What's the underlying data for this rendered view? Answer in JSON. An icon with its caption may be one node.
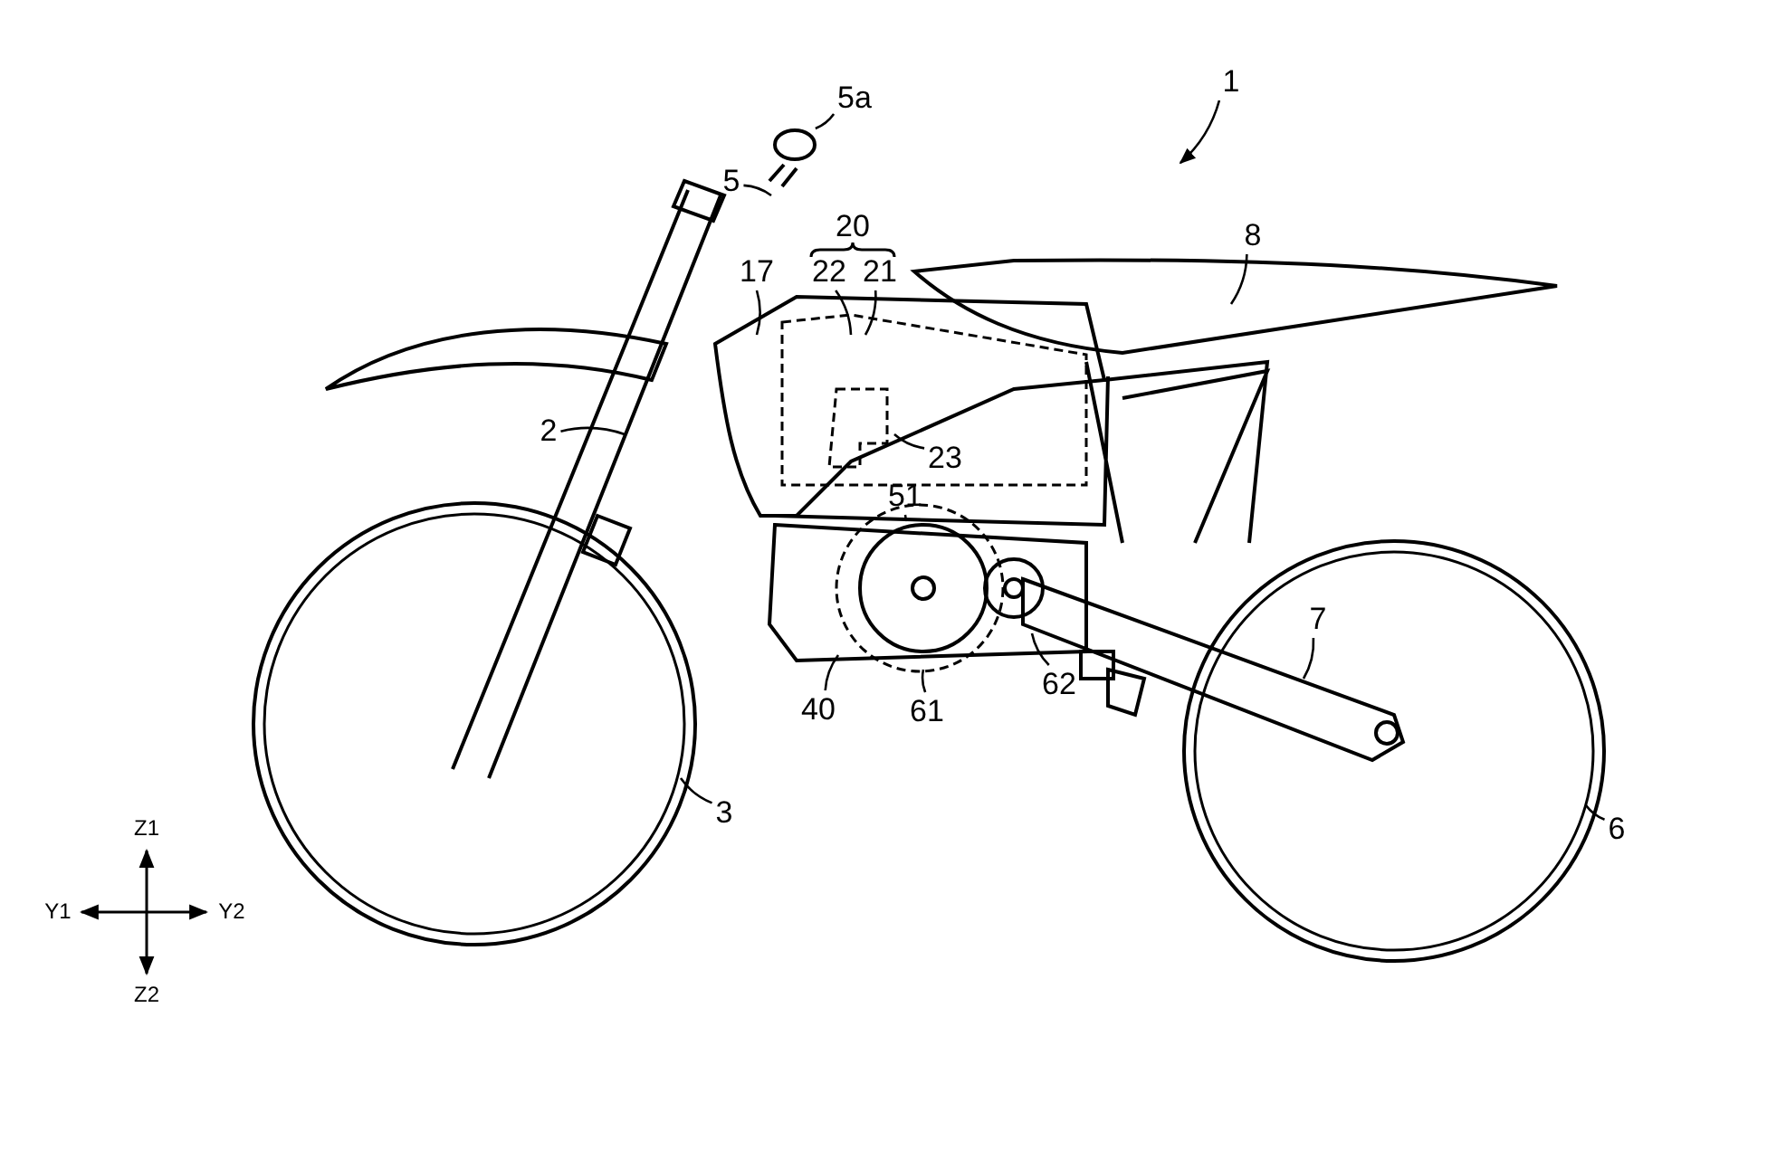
{
  "diagram": {
    "nodes": [
      {
        "text": [
          "1"
        ]
      },
      {
        "text": [
          "5a"
        ]
      },
      {
        "text": [
          "5"
        ]
      },
      {
        "text": [
          "22"
        ]
      },
      {
        "text": [
          "21"
        ]
      },
      {
        "text": [
          "17"
        ]
      },
      {
        "text": [
          "8"
        ]
      },
      {
        "text": [
          "2"
        ]
      },
      {
        "text": [
          "23"
        ]
      },
      {
        "text": [
          "51"
        ]
      },
      {
        "text": [
          "40"
        ]
      },
      {
        "text": [
          "61"
        ]
      },
      {
        "text": [
          "62"
        ]
      },
      {
        "text": [
          "7"
        ]
      },
      {
        "text": [
          "3"
        ]
      },
      {
        "text": [
          "6"
        ]
      },
      {
        "text": [],
        "shape": "circle"
      }
    ],
    "edges": [
      {
        "from": 0,
        "to": null,
        "arrow": "to"
      },
      {
        "from": 1,
        "to": 16,
        "arrow": "none"
      },
      {
        "from": 2,
        "to": null,
        "arrow": "none"
      },
      {
        "from": 3,
        "to": null,
        "arrow": "none"
      },
      {
        "from": 4,
        "to": null,
        "arrow": "none"
      },
      {
        "from": 5,
        "to": null,
        "arrow": "none"
      },
      {
        "from": 6,
        "to": null,
        "arrow": "none"
      },
      {
        "from": 7,
        "to": null,
        "arrow": "none"
      },
      {
        "from": 8,
        "to": null,
        "arrow": "none"
      },
      {
        "from": 9,
        "to": null,
        "arrow": "none"
      },
      {
        "from": 10,
        "to": null,
        "arrow": "none"
      },
      {
        "from": 11,
        "to": null,
        "arrow": "none"
      },
      {
        "from": 12,
        "to": null,
        "arrow": "none"
      },
      {
        "from": 13,
        "to": null,
        "arrow": "none"
      },
      {
        "from": 14,
        "to": null,
        "arrow": "none"
      },
      {
        "from": 15,
        "to": null,
        "arrow": "none"
      }
    ],
    "labels": [
      "20",
      "Z1",
      "Y1",
      "Y2",
      "Z2"
    ]
  }
}
